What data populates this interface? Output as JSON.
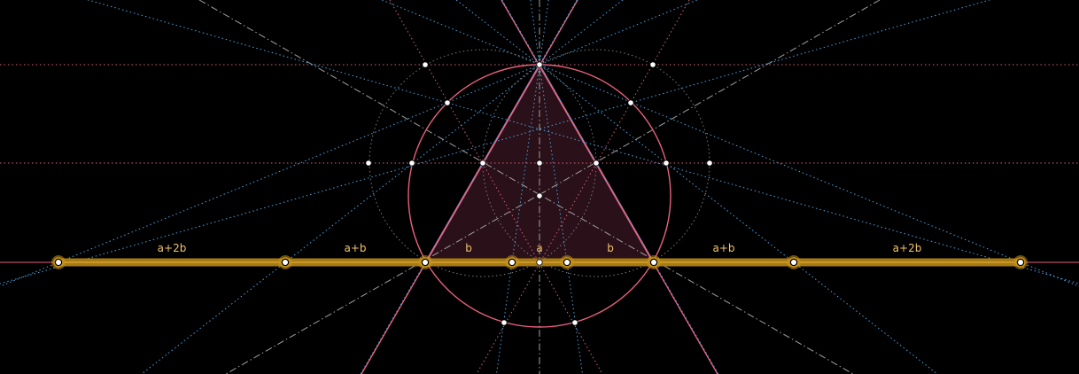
{
  "colors": {
    "background": "#000000",
    "triangle_stroke": "#e8607e",
    "triangle_fill": "#2a1018",
    "circle": "#e8607e",
    "blue_dotted": "#4aa3e0",
    "pink_dotted": "#d8607a",
    "gray_dotted": "#7a7a7a",
    "gray_dashdot": "#a0a0a0",
    "segment": "#a77b12",
    "segment_point_ring": "#c8941a",
    "label": "#f2c46d",
    "point": "#ffffff"
  },
  "segments": [
    {
      "name": "segment-left-a2b",
      "label": "a+2b"
    },
    {
      "name": "segment-left-ab",
      "label": "a+b"
    },
    {
      "name": "segment-left-b",
      "label": "b"
    },
    {
      "name": "segment-center-a",
      "label": "a"
    },
    {
      "name": "segment-right-b",
      "label": "b"
    },
    {
      "name": "segment-right-ab",
      "label": "a+b"
    },
    {
      "name": "segment-right-a2b",
      "label": "a+2b"
    }
  ]
}
